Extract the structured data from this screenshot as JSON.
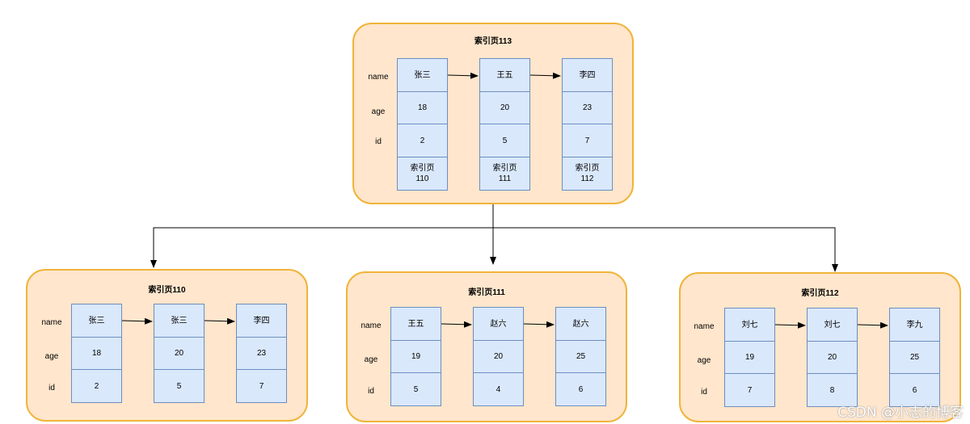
{
  "diagram": {
    "root": {
      "title": "索引页113",
      "row_labels": [
        "name",
        "age",
        "id"
      ],
      "entries": [
        {
          "name": "张三",
          "age": "18",
          "id": "2",
          "child": "索引页\n110"
        },
        {
          "name": "王五",
          "age": "20",
          "id": "5",
          "child": "索引页\n111"
        },
        {
          "name": "李四",
          "age": "23",
          "id": "7",
          "child": "索引页\n112"
        }
      ]
    },
    "leaves": [
      {
        "title": "索引页110",
        "row_labels": [
          "name",
          "age",
          "id"
        ],
        "entries": [
          {
            "name": "张三",
            "age": "18",
            "id": "2"
          },
          {
            "name": "张三",
            "age": "20",
            "id": "5"
          },
          {
            "name": "李四",
            "age": "23",
            "id": "7"
          }
        ]
      },
      {
        "title": "索引页111",
        "row_labels": [
          "name",
          "age",
          "id"
        ],
        "entries": [
          {
            "name": "王五",
            "age": "19",
            "id": "5"
          },
          {
            "name": "赵六",
            "age": "20",
            "id": "4"
          },
          {
            "name": "赵六",
            "age": "25",
            "id": "6"
          }
        ]
      },
      {
        "title": "索引页112",
        "row_labels": [
          "name",
          "age",
          "id"
        ],
        "entries": [
          {
            "name": "刘七",
            "age": "19",
            "id": "7"
          },
          {
            "name": "刘七",
            "age": "20",
            "id": "8"
          },
          {
            "name": "李九",
            "age": "25",
            "id": "6"
          }
        ]
      }
    ]
  },
  "colors": {
    "page_fill": "#ffe6cc",
    "page_border": "#f0b43a",
    "cell_fill": "#dae8fc",
    "cell_border": "#6c8ebf",
    "edge": "#000000"
  },
  "watermark": "CSDN @小志的博客"
}
